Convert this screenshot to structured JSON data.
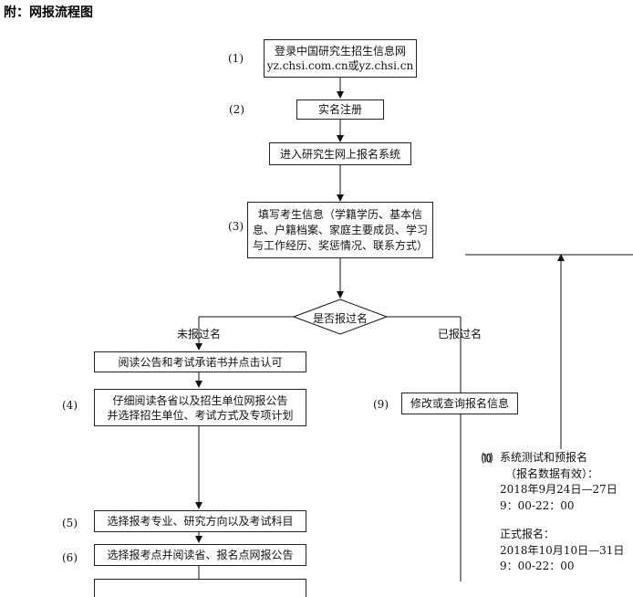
{
  "page": {
    "title": "附：网报流程图"
  },
  "steps": {
    "s1": "(1)",
    "s2": "(2)",
    "s3": "(3)",
    "s4": "(4)",
    "s5": "(5)",
    "s6": "(6)",
    "s9": "(9)",
    "s10": "⑽"
  },
  "boxes": {
    "login_l1": "登录中国研究生招生信息网",
    "login_l2": "yz.chsi.com.cn或yz.chsi.cn",
    "realname": "实名注册",
    "enter": "进入研究生网上报名系统",
    "fill_l1": "填写考生信息（学籍学历、基本信",
    "fill_l2": "息、户籍档案、家庭主要成员、学习",
    "fill_l3": "与工作经历、奖惩情况、联系方式）",
    "decision": "是否报过名",
    "read_notice": "阅读公告和考试承诺书并点击认可",
    "read_l1": "仔细阅读各省以及招生单位网报公告",
    "read_l2": "并选择招生单位、考试方式及专项计划",
    "select_major": "选择报考专业、研究方向以及考试科目",
    "select_site": "选择报考点并阅读省、报名点网报公告",
    "modify": "修改或查询报名信息"
  },
  "branches": {
    "no": "未报过名",
    "yes": "已报过名"
  },
  "info": {
    "test_l1": "系统测试和预报名",
    "test_l2": "（报名数据有效）：",
    "test_l3": "2018年9月24日—27日",
    "test_l4": "9：00-22：00",
    "formal_l1": "正式报名：",
    "formal_l2": "2018年10月10日—31日",
    "formal_l3": "9：00-22：00"
  }
}
